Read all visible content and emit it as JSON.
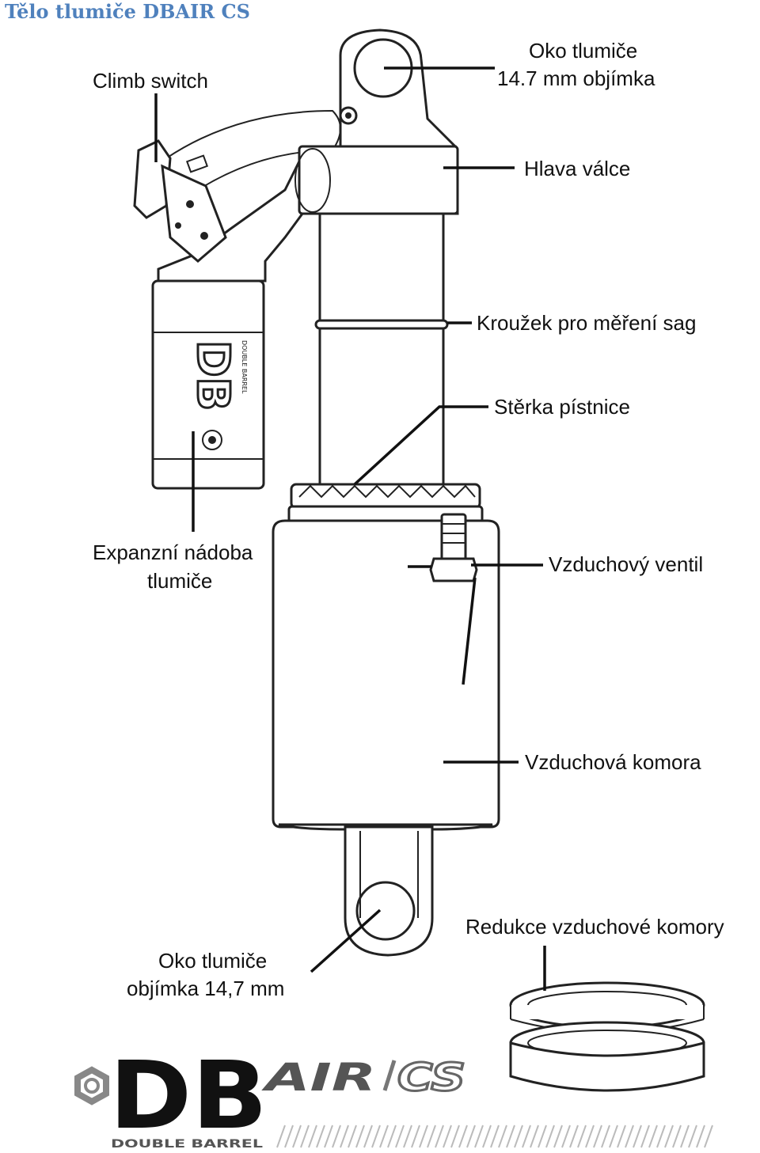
{
  "title": "Tělo tlumiče DBAIR CS",
  "labels": {
    "eye_top_line1": "Oko tlumiče",
    "eye_top_line2": "14.7 mm objímka",
    "climb_switch": "Climb switch",
    "cylinder_head": "Hlava válce",
    "sag_ring": "Kroužek pro měření sag",
    "piston_wiper": "Stěrka pístnice",
    "reservoir_line1": "Expanzní nádoba",
    "reservoir_line2": "tlumiče",
    "air_valve": "Vzduchový ventil",
    "air_chamber": "Vzduchová komora",
    "volume_reducer": "Redukce vzduchové komory",
    "eye_bottom_line1": "Oko tlumiče",
    "eye_bottom_line2": "objímka 14,7 mm"
  },
  "logo": {
    "mark": "DB",
    "air": "AIR",
    "cs": "CS",
    "tagline": "DOUBLE BARREL"
  }
}
